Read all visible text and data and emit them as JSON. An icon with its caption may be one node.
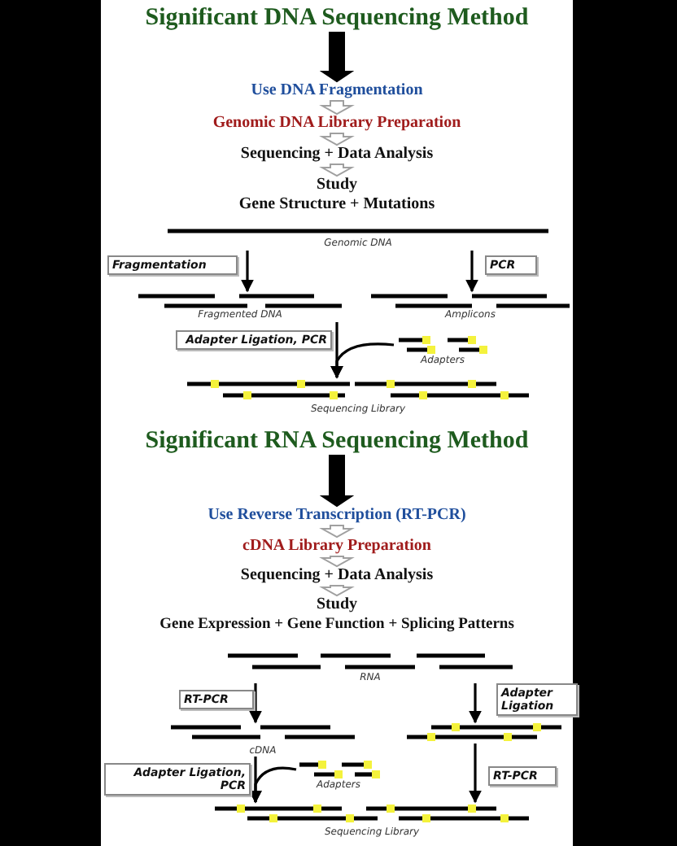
{
  "diagram": {
    "nodes": [
      {
        "text": [
          "Significant DNA Sequencing Method"
        ]
      },
      {
        "text": [
          "Use DNA Fragmentation"
        ]
      },
      {
        "text": [
          "Genomic DNA Library Preparation"
        ]
      },
      {
        "text": [
          "Sequencing + Data Analysis"
        ]
      },
      {
        "text": [
          "Study",
          "Gene Structure + Mutations"
        ]
      },
      {
        "text": [
          "Genomic DNA"
        ]
      },
      {
        "text": [
          "Fragmented DNA"
        ]
      },
      {
        "text": [
          "Amplicons"
        ]
      },
      {
        "text": [
          "Adapters"
        ]
      },
      {
        "text": [
          "Sequencing Library"
        ]
      },
      {
        "text": [
          "Significant RNA Sequencing Method"
        ]
      },
      {
        "text": [
          "Use Reverse Transcription (RT-PCR)"
        ]
      },
      {
        "text": [
          "cDNA Library Preparation"
        ]
      },
      {
        "text": [
          "Sequencing + Data Analysis"
        ]
      },
      {
        "text": [
          "Study",
          "Gene Expression + Gene Function + Splicing Patterns"
        ]
      },
      {
        "text": [
          "RNA"
        ]
      },
      {
        "text": [
          "cDNA"
        ]
      },
      {
        "text": [
          "Adapters"
        ]
      },
      {
        "text": [],
        "shape": "picture"
      },
      {
        "text": [
          "Sequencing Library"
        ]
      }
    ],
    "edges": [
      {
        "from": 0,
        "to": 1,
        "arrow": "to",
        "style": "thick"
      },
      {
        "from": 1,
        "to": 2,
        "arrow": "to",
        "color": "#a0a0a0"
      },
      {
        "from": 2,
        "to": 3,
        "arrow": "to",
        "color": "#a0a0a0"
      },
      {
        "from": 3,
        "to": 4,
        "arrow": "to",
        "color": "#a0a0a0"
      },
      {
        "from": 5,
        "to": 6,
        "arrow": "to",
        "label": "Fragmentation"
      },
      {
        "from": 5,
        "to": 7,
        "arrow": "to",
        "label": "PCR"
      },
      {
        "from": 6,
        "to": 9,
        "arrow": "to",
        "label": "Adapter Ligation, PCR"
      },
      {
        "from": 8,
        "to": 9,
        "arrow": "to"
      },
      {
        "from": 10,
        "to": 11,
        "arrow": "to",
        "style": "thick"
      },
      {
        "from": 11,
        "to": 12,
        "arrow": "to",
        "color": "#a0a0a0"
      },
      {
        "from": 12,
        "to": 13,
        "arrow": "to",
        "color": "#a0a0a0"
      },
      {
        "from": 13,
        "to": 14,
        "arrow": "to",
        "color": "#a0a0a0"
      },
      {
        "from": 15,
        "to": 16,
        "arrow": "to",
        "label": "RT-PCR"
      },
      {
        "from": 15,
        "to": 18,
        "arrow": "to",
        "label": "Adapter Ligation"
      },
      {
        "from": 16,
        "to": 19,
        "arrow": "to",
        "label": "Adapter Ligation, PCR"
      },
      {
        "from": 17,
        "to": 19,
        "arrow": "to"
      },
      {
        "from": 18,
        "to": 19,
        "arrow": "to",
        "label": "RT-PCR"
      }
    ]
  }
}
